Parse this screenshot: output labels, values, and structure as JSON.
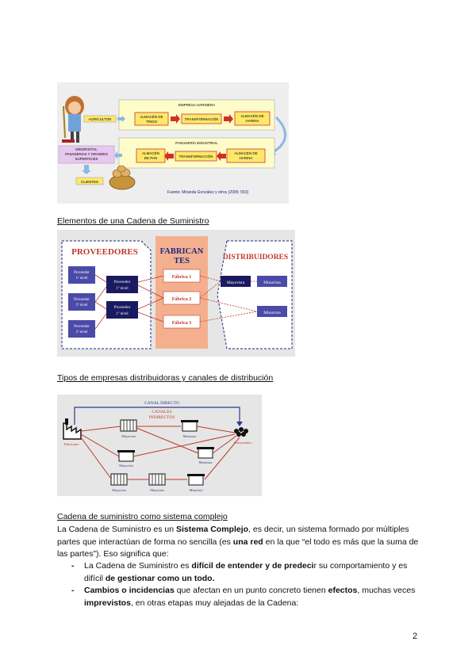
{
  "diagram1": {
    "empresa_harinera": "EMPRESA HARINERA",
    "panaderia_industrial": "PANADERÍA INDUSTRIAL",
    "agricultor": "AGRICULTOR",
    "almacen_trigo": [
      "ALMACÉN DE",
      "TRIGO"
    ],
    "transformacion": "TRANSFORMACIÓN",
    "almacen_harina_top": [
      "ALMACÉN DE",
      "HARINA"
    ],
    "minoristas": [
      "MINORISTAS,",
      "PANADERIAS Y GRANDES",
      "SUPERFICIES"
    ],
    "almacen_pan": [
      "ALMACÉN",
      "DE PAN"
    ],
    "almacen_harina_bottom": [
      "ALMACÉN DE",
      "HARINA"
    ],
    "clientes": "CLIENTES",
    "fuente": "Fuente: Miranda González y otros (2005: 553)"
  },
  "heading1": "Elementos de una Cadena de Suministro",
  "diagram2": {
    "proveedores": "PROVEEDORES",
    "fabricantes": [
      "FABRICAN",
      "TES"
    ],
    "distribuidores": "DISTRIBUIDORES",
    "prov_left": [
      [
        "Proveedor",
        "1º nivel"
      ],
      [
        "Proveedor",
        "2º nivel"
      ],
      [
        "Proveedor",
        "2º nivel"
      ]
    ],
    "prov_right": [
      [
        "Proveedor",
        "1º nivel"
      ],
      [
        "Proveedor",
        "1º nivel"
      ]
    ],
    "fabricas": [
      "Fábrica 1",
      "Fábrica 2",
      "Fábrica 3"
    ],
    "mayorista": "Mayorista",
    "minoristas": [
      "Minorista",
      "Minorista"
    ]
  },
  "heading2": "Tipos de empresas distribuidoras y canales de distribución",
  "diagram3": {
    "canal_directo": "CANAL DIRECTO",
    "canales_indirectos": [
      "CANALES",
      "INDIRECTOS"
    ],
    "fabricante": "Fabricante",
    "consumidor": "Consumidor",
    "nodes": [
      "Mayorista",
      "Minorista",
      "Mayorista",
      "Minorista",
      "Mayorista",
      "Mayorista",
      "Minorista"
    ]
  },
  "heading3": "Cadena de suministro como sistema complejo",
  "para": {
    "t1": "La Cadena de Suministro es un ",
    "b1": "Sistema Complejo",
    "t2": ", es decir, un sistema formado por múltiples partes que interactúan de forma no sencilla (es ",
    "b2": "una red",
    "t3": " en la que “el todo es más que la suma de las partes”). Eso significa que:"
  },
  "bullets": [
    {
      "t1": "La Cadena de Suministro es ",
      "b1": "difícil de entender y de predeci",
      "t2": "r su comportamiento y es difícil ",
      "b2": "de gestionar como un todo."
    },
    {
      "b1": "Cambios o incidencias",
      "t1": " que afectan en un punto concreto tienen ",
      "b2": "efectos",
      "t2": ", muchas veces ",
      "b3": "imprevistos",
      "t3": ", en otras etapas muy alejadas de la Cadena:"
    }
  ],
  "page_number": "2"
}
